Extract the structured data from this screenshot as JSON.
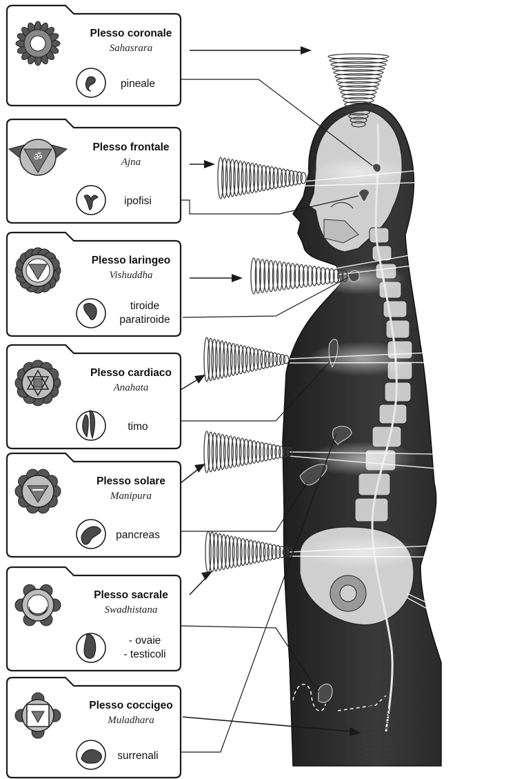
{
  "chakras": [
    {
      "title": "Plesso coronale",
      "subtitle": "Sahasrara",
      "glands": [
        "pineale"
      ],
      "symbol": "lotus-thousand-petals-icon",
      "gland_icon": "pineal-gland-icon"
    },
    {
      "title": "Plesso frontale",
      "subtitle": "Ajna",
      "glands": [
        "ipofisi"
      ],
      "symbol": "om-triangle-icon",
      "gland_icon": "pituitary-gland-icon"
    },
    {
      "title": "Plesso laringeo",
      "subtitle": "Vishuddha",
      "glands": [
        "tiroide",
        "paratiroide"
      ],
      "symbol": "throat-lotus-icon",
      "gland_icon": "thyroid-gland-icon"
    },
    {
      "title": "Plesso cardiaco",
      "subtitle": "Anahata",
      "glands": [
        "timo"
      ],
      "symbol": "hexagram-lotus-icon",
      "gland_icon": "thymus-gland-icon"
    },
    {
      "title": "Plesso solare",
      "subtitle": "Manipura",
      "glands": [
        "pancreas"
      ],
      "symbol": "solar-lotus-icon",
      "gland_icon": "pancreas-icon"
    },
    {
      "title": "Plesso sacrale",
      "subtitle": "Swadhistana",
      "glands": [
        "- ovaie",
        "- testicoli"
      ],
      "symbol": "crescent-lotus-icon",
      "gland_icon": "gonads-icon"
    },
    {
      "title": "Plesso coccigeo",
      "subtitle": "Muladhara",
      "glands": [
        "surrenali"
      ],
      "symbol": "square-lotus-icon",
      "gland_icon": "adrenal-gland-icon"
    }
  ],
  "colors": {
    "body": "#2f2f2f",
    "skeleton": "#c9c9c9",
    "outline": "#1a1a1a",
    "symbol_dark": "#555555",
    "symbol_light": "#bdbdbd"
  }
}
